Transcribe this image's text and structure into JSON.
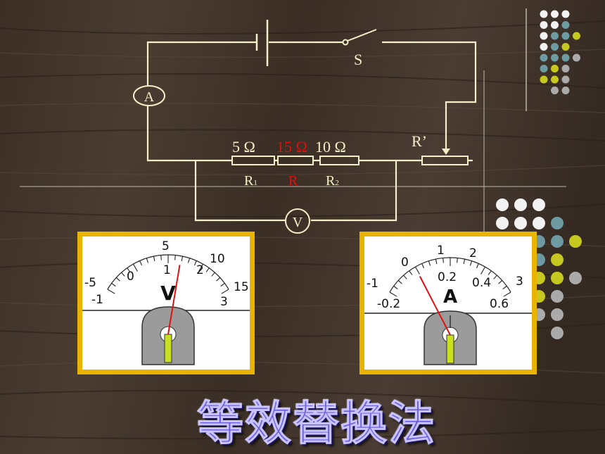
{
  "circuit": {
    "switch_label": "S",
    "ammeter_label": "A",
    "voltmeter_label": "V",
    "rheostat_label": "R’",
    "resistors": [
      {
        "value": "5 Ω",
        "name": "R",
        "sub": "1",
        "color": "#f5f0c8"
      },
      {
        "value": "15 Ω",
        "name": "R",
        "sub": "",
        "color": "#e01010"
      },
      {
        "value": "10 Ω",
        "name": "R",
        "sub": "2",
        "color": "#f5f0c8"
      }
    ]
  },
  "voltmeter": {
    "unit": "V",
    "scale_top": [
      "5",
      "10",
      "15"
    ],
    "scale_bottom": [
      "1",
      "2",
      "3"
    ],
    "left_top": "-5",
    "left_bottom": "-1",
    "zero_top": "0",
    "zero_bottom": "0",
    "reading_fraction": 0.58
  },
  "ammeter": {
    "unit": "A",
    "scale_top": [
      "1",
      "2",
      "3"
    ],
    "scale_bottom": [
      "0.2",
      "0.4",
      "0.6"
    ],
    "left_top": "-1",
    "left_bottom": "-0.2",
    "zero_top": "0",
    "reading_fraction": 0.27
  },
  "title": "等效替换法",
  "colors": {
    "wire": "#f5f0c8",
    "highlight": "#e01010",
    "frame": "#e8b400",
    "dot_white": "#f2f2f2",
    "dot_teal": "#6d9ba1",
    "dot_lime": "#c6c820",
    "dot_gray": "#aaaaaa"
  }
}
